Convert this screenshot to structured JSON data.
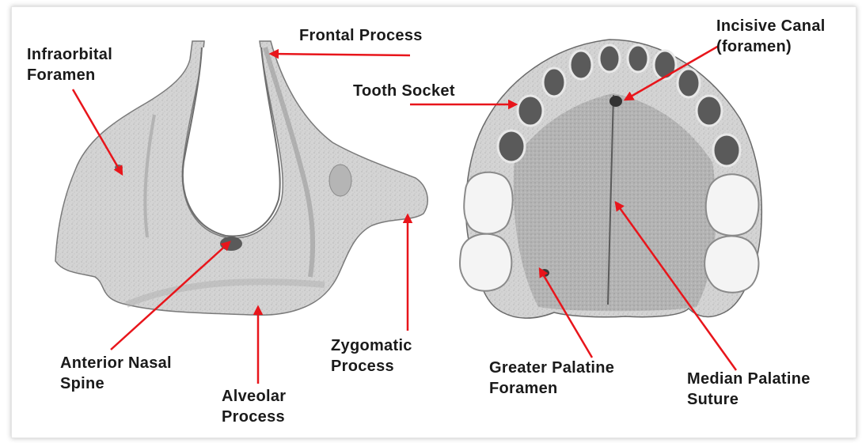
{
  "labels": {
    "infraorbital_foramen": [
      "Infraorbital",
      "Foramen"
    ],
    "frontal_process": "Frontal Process",
    "tooth_socket": "Tooth Socket",
    "incisive_canal": [
      "Incisive Canal",
      "(foramen)"
    ],
    "anterior_nasal_spine": [
      "Anterior Nasal",
      "Spine"
    ],
    "alveolar_process": [
      "Alveolar",
      "Process"
    ],
    "zygomatic_process": [
      "Zygomatic",
      "Process"
    ],
    "greater_palatine_foramen": [
      "Greater Palatine",
      "Foramen"
    ],
    "median_palatine_suture": [
      "Median Palatine",
      "Suture"
    ]
  },
  "colors": {
    "arrow": "#e8151b",
    "bone": "#cfcfcf",
    "bone_dark": "#8c8c8c",
    "text": "#1a1a1a"
  }
}
